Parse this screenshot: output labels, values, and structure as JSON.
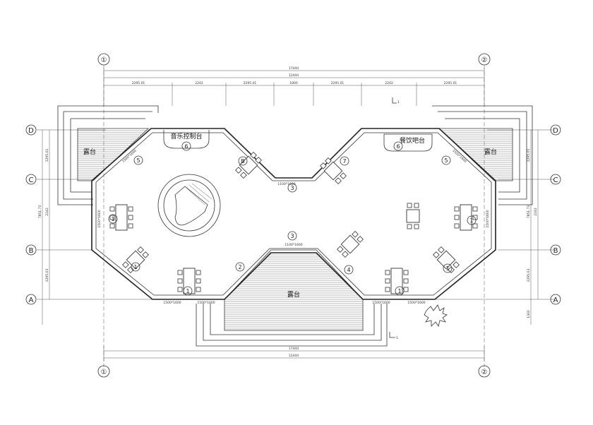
{
  "axes": {
    "top_left": "①",
    "top_right": "②",
    "bottom_left": "①",
    "bottom_right": "②",
    "left_D": "D",
    "left_C": "C",
    "left_B": "B",
    "left_A": "A",
    "right_D": "D",
    "right_C": "C",
    "right_B": "B",
    "right_A": "A"
  },
  "rooms": {
    "music_control": "音乐控制台",
    "bar": "餐饮吧台",
    "terrace_left": "露台",
    "terrace_right": "露台",
    "terrace_bottom": "露台"
  },
  "markers": {
    "m6_left": "6",
    "m6_right": "6",
    "m3_top": "3",
    "m3_bottom": "3",
    "m5_left": "5",
    "m5_right": "5",
    "m7": "7",
    "mB": "B",
    "m1_a": "1",
    "m1_b": "1",
    "m1_c": "1",
    "m1_d": "1",
    "m1_e": "1",
    "m1_f": "1",
    "m2": "2",
    "m4": "4"
  },
  "section_mark": "1",
  "dimensions": {
    "overall_top_1": "17444",
    "overall_top_2": "12444",
    "seg_1": "2295.01",
    "seg_2": "2242",
    "seg_3": "2295.01",
    "seg_4": "1800",
    "seg_5": "2295.01",
    "seg_6": "2242",
    "seg_7": "2295.01",
    "overall_bottom_1": "17444",
    "overall_bottom_2": "12444",
    "left_v1": "2295.01",
    "left_v2": "2242",
    "left_v3": "7851.73",
    "left_v4": "2295.03",
    "right_v1": "2295.01",
    "right_v2": "2242",
    "right_v3": "7851.73",
    "right_v4": "2295.03",
    "right_v5": "1300",
    "w_top": "1100*1600",
    "w_bottom": "1100*1600",
    "w_left1": "1500*1600",
    "w_left2": "1500*1600",
    "w_right1": "1500*1600",
    "w_right2": "1500*1600",
    "w_bl1": "1500*1600",
    "w_bl2": "1500*1600",
    "w_br1": "1500*1600",
    "w_br2": "1500*1600"
  }
}
